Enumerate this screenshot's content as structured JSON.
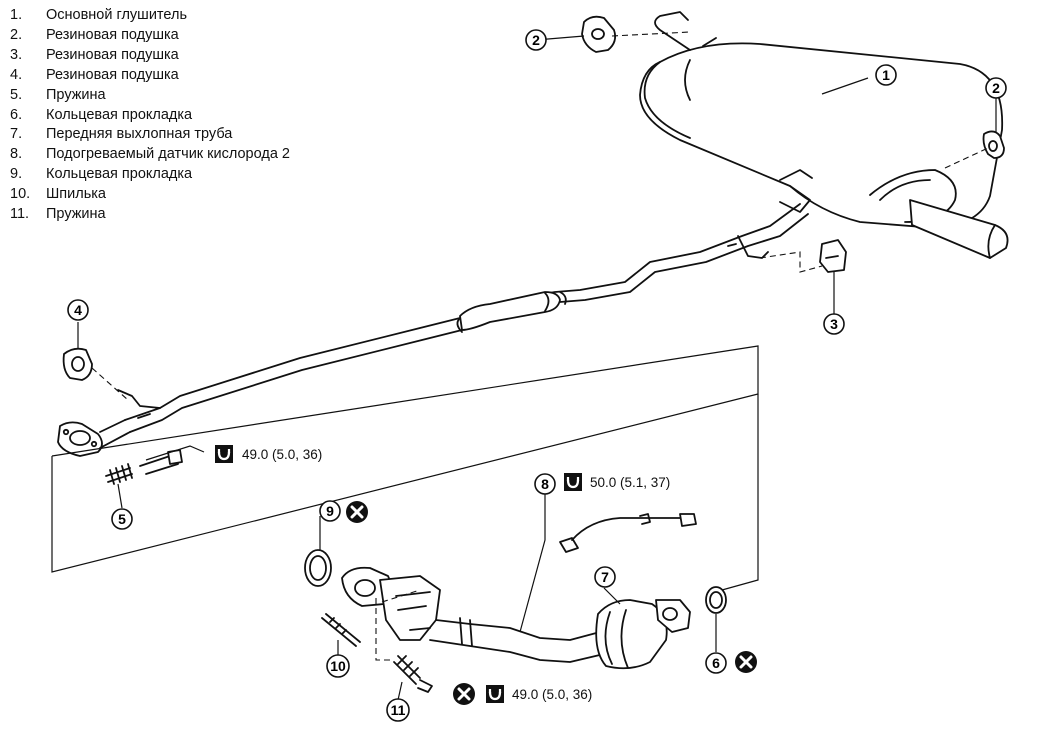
{
  "legend": [
    {
      "num": "1.",
      "text": "Основной глушитель"
    },
    {
      "num": "2.",
      "text": "Резиновая подушка"
    },
    {
      "num": "3.",
      "text": "Резиновая подушка"
    },
    {
      "num": "4.",
      "text": "Резиновая подушка"
    },
    {
      "num": "5.",
      "text": "Пружина"
    },
    {
      "num": "6.",
      "text": "Кольцевая прокладка"
    },
    {
      "num": "7.",
      "text": "Передняя выхлопная труба"
    },
    {
      "num": "8.",
      "text": "Подогреваемый датчик кислорода 2"
    },
    {
      "num": "9.",
      "text": "Кольцевая прокладка"
    },
    {
      "num": "10.",
      "text": "Шпилька"
    },
    {
      "num": "11.",
      "text": "Пружина"
    }
  ],
  "callouts": {
    "c1": "1",
    "c2a": "2",
    "c2b": "2",
    "c3": "3",
    "c4": "4",
    "c5": "5",
    "c6": "6",
    "c7": "7",
    "c8": "8",
    "c9": "9",
    "c10": "10",
    "c11": "11"
  },
  "torque": {
    "t_front": "49.0 (5.0, 36)",
    "t_sensor": "50.0 (5.1, 37)",
    "t_bottom": "49.0 (5.0, 36)"
  },
  "icons": {
    "torque_icon": "torque-wrench-icon",
    "replace_icon": "do-not-reuse-x-icon"
  }
}
